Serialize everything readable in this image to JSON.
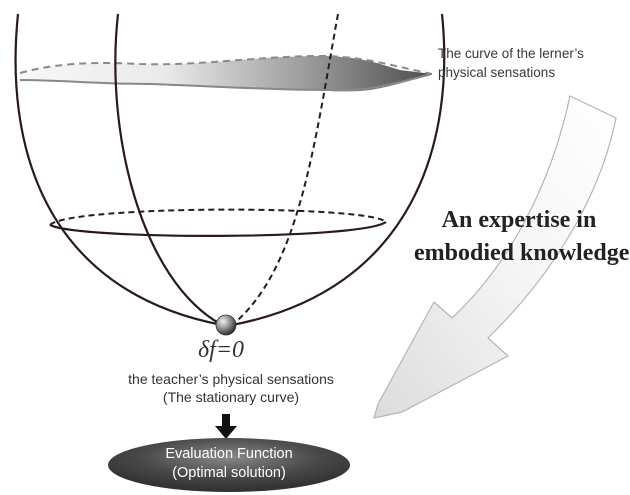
{
  "labels": {
    "learner_curve": [
      "The curve of the lerner’s",
      "physical sensations"
    ],
    "expertise": [
      "An expertise in",
      "embodied knowledge"
    ],
    "stationary_condition": "δf=0",
    "teacher_curve": [
      "the teacher’s physical sensations",
      "(The stationary curve)"
    ],
    "evaluation": [
      "Evaluation Function",
      "(Optimal solution)"
    ]
  },
  "colors": {
    "line": "#2a1a1a",
    "band_light": "#f4f4f4",
    "band_dark": "#555555",
    "ellipse_dark": "#444444",
    "arrow_outline": "#bbbbbb"
  },
  "icons": {
    "ball": "shaded-sphere",
    "down_arrow": "bold-down-arrow",
    "curved_arrow": "curved-big-arrow"
  }
}
